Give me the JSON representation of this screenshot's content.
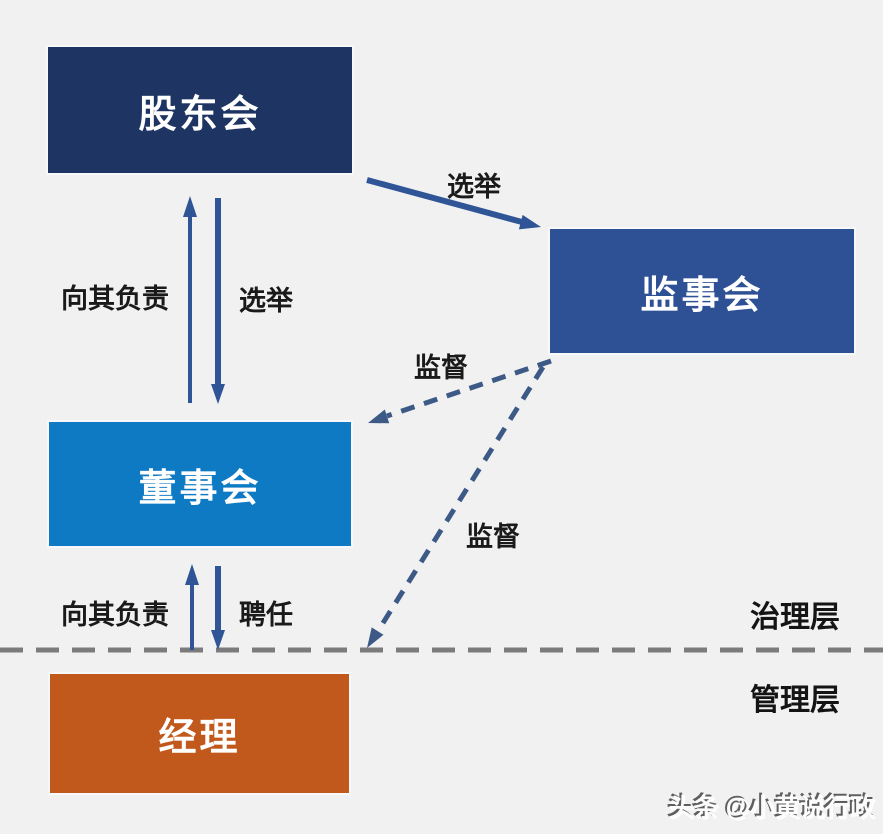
{
  "boxes": {
    "shareholders": {
      "label": "股东会",
      "color": "#1e3563"
    },
    "supervisory": {
      "label": "监事会",
      "color": "#2e5094"
    },
    "board": {
      "label": "董事会",
      "color": "#0e7ac4"
    },
    "manager": {
      "label": "经理",
      "color": "#c2591c"
    }
  },
  "edge_labels": {
    "accountable_top": "向其负责",
    "elect_board": "选举",
    "elect_supervisory": "选举",
    "supervise_board": "监督",
    "supervise_manager": "监督",
    "accountable_bottom": "向其负责",
    "appoint": "聘任"
  },
  "layers": {
    "governance": "治理层",
    "management": "管理层"
  },
  "watermark": "头条 @小黄说行政",
  "colors": {
    "background": "#f1f1f2",
    "solid_arrow": "#2f5597",
    "dashed_arrow": "#3d5a87",
    "divider": "#7b7b7b",
    "label_text": "#1a1a1a"
  }
}
